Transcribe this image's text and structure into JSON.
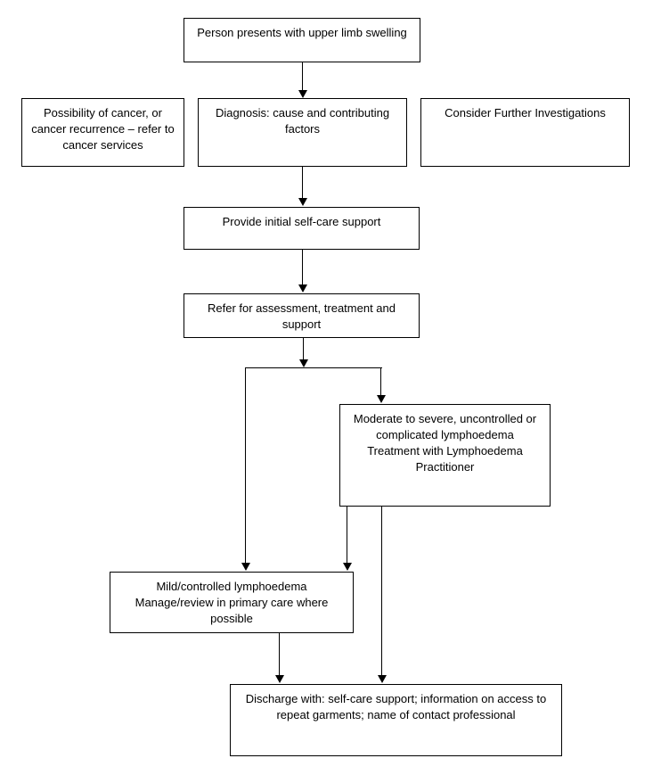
{
  "diagram": {
    "background": "#ffffff",
    "line_color": "#000000",
    "text_color": "#000000",
    "nodes": {
      "person": {
        "label": "Person presents with upper limb swelling"
      },
      "cancer": {
        "label": "Possibility of cancer, or cancer recurrence – refer to cancer services"
      },
      "diagnosis": {
        "label": "Diagnosis: cause and contributing factors"
      },
      "investigations": {
        "label": "Consider Further Investigations"
      },
      "selfcare": {
        "label": "Provide initial self-care support"
      },
      "refer": {
        "label": "Refer for assessment, treatment and support"
      },
      "moderate": {
        "label": [
          "Moderate to severe, uncontrolled or complicated lymphoedema",
          "Treatment with Lymphoedema Practitioner"
        ]
      },
      "mild": {
        "label": [
          "Mild/controlled lymphoedema",
          "Manage/review in primary care where possible"
        ]
      },
      "discharge": {
        "label": "Discharge with: self-care support; information on access to repeat garments; name of contact professional"
      }
    },
    "edges": [
      {
        "from": "person",
        "to": "diagnosis"
      },
      {
        "from": "diagnosis",
        "to": "selfcare"
      },
      {
        "from": "selfcare",
        "to": "refer"
      },
      {
        "from": "refer",
        "to": "mild"
      },
      {
        "from": "refer",
        "to": "moderate"
      },
      {
        "from": "moderate",
        "to": "mild"
      },
      {
        "from": "moderate",
        "to": "discharge"
      },
      {
        "from": "mild",
        "to": "discharge"
      }
    ]
  }
}
